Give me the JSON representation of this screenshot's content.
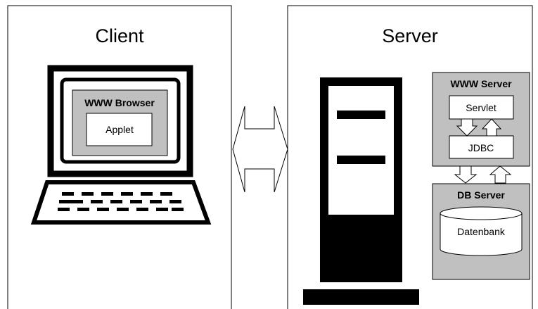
{
  "client": {
    "title": "Client",
    "browser_label": "WWW Browser",
    "applet_label": "Applet"
  },
  "server": {
    "title": "Server",
    "www_server_label": "WWW Server",
    "servlet_label": "Servlet",
    "jdbc_label": "JDBC",
    "db_server_label": "DB Server",
    "database_label": "Datenbank"
  },
  "colors": {
    "box_fill": "#c0c0c0",
    "inner_fill": "#ffffff",
    "stroke": "#000000"
  },
  "icons": {
    "client_device": "laptop-icon",
    "server_device": "server-tower-icon",
    "connection": "double-arrow-icon",
    "database": "database-cylinder-icon"
  }
}
